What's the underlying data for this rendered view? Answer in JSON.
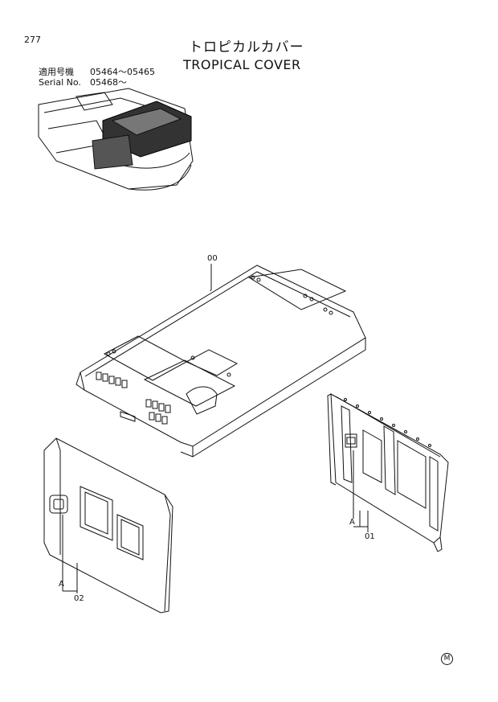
{
  "page": {
    "number": "277"
  },
  "title": {
    "japanese": "トロピカルカバー",
    "english": "TROPICAL COVER"
  },
  "applicability": {
    "jp_label": "適用号機",
    "jp_range": "05464～05465",
    "serial_label": "Serial No.",
    "serial_range": "05468～"
  },
  "callouts": {
    "part_00": "00",
    "part_01": "01",
    "part_02": "02",
    "ref_a_right": "A",
    "ref_a_left": "A"
  },
  "footer_mark": "M"
}
